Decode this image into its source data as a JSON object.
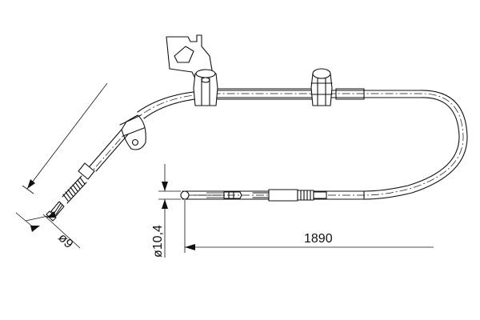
{
  "dimensions": {
    "length": "1890",
    "cable_diameter": "ø10,4",
    "end_diameter": "ø9"
  }
}
